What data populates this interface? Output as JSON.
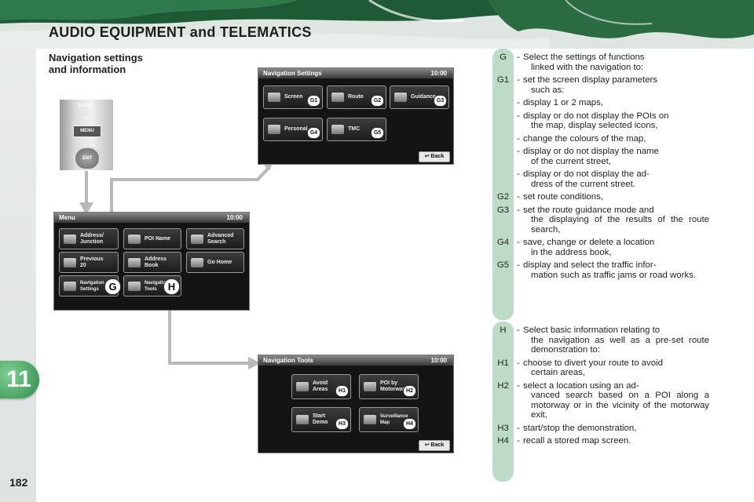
{
  "header": {
    "title": "AUDIO EQUIPMENT and TELEMATICS"
  },
  "chapter": "11",
  "page_number": "182",
  "section_title": [
    "Navigation settings",
    "and information"
  ],
  "remote": {
    "scale": "SCALE",
    "menu": "MENU",
    "ent": "ENT"
  },
  "menu_screen": {
    "title": "Menu",
    "clock": "10:00",
    "buttons": [
      {
        "label1": "Address/",
        "label2": "Junction"
      },
      {
        "label1": "POI Name",
        "label2": ""
      },
      {
        "label1": "Advanced",
        "label2": "Search"
      },
      {
        "label1": "Previous",
        "label2": "20"
      },
      {
        "label1": "Address",
        "label2": "Book"
      },
      {
        "label1": "Go Home",
        "label2": ""
      },
      {
        "label1": "Navigation",
        "label2": "Settings"
      },
      {
        "label1": "Navigation",
        "label2": "Tools"
      }
    ],
    "badge_g": "G",
    "badge_h": "H"
  },
  "nav_settings_screen": {
    "title": "Navigation Settings",
    "clock": "10:00",
    "buttons": [
      {
        "label": "Screen",
        "badge": "G1"
      },
      {
        "label": "Route",
        "badge": "G2"
      },
      {
        "label": "Guidance",
        "badge": "G3"
      },
      {
        "label": "Personal",
        "badge": "G4"
      },
      {
        "label": "TMC",
        "badge": "G5"
      }
    ],
    "back": "Back"
  },
  "nav_tools_screen": {
    "title": "Navigation Tools",
    "clock": "10:00",
    "buttons": [
      {
        "label1": "Avoid",
        "label2": "Areas",
        "badge": "H1"
      },
      {
        "label1": "POI by",
        "label2": "Motorway",
        "badge": "H2"
      },
      {
        "label1": "Start",
        "label2": "Demo",
        "badge": "H3"
      },
      {
        "label1": "Surveillance",
        "label2": "Map",
        "badge": "H4"
      }
    ],
    "back": "Back"
  },
  "g_desc": [
    {
      "code": "G",
      "dash": "-",
      "l1": "Select the settings of functions",
      "cont": "linked with the navigation to:"
    },
    {
      "code": "G1",
      "dash": "-",
      "l1": "set the screen display parameters",
      "cont": "such as:"
    },
    {
      "code": "",
      "dash": "-",
      "l1": "display 1 or 2 maps,",
      "cont": ""
    },
    {
      "code": "",
      "dash": "-",
      "l1": "display or do not display the POIs on",
      "cont": "the map, display selected icons,"
    },
    {
      "code": "",
      "dash": "-",
      "l1": "change the colours of the map,",
      "cont": ""
    },
    {
      "code": "",
      "dash": "-",
      "l1": "display or do not display the name",
      "cont": "of the current street,"
    },
    {
      "code": "",
      "dash": "-",
      "l1": "display or do not display the ad-",
      "cont": "dress of the current street."
    },
    {
      "code": "G2",
      "dash": "-",
      "l1": "set route conditions,",
      "cont": ""
    },
    {
      "code": "G3",
      "dash": "-",
      "l1": "set the route guidance mode and",
      "cont": "the displaying of the results of the route search,"
    },
    {
      "code": "G4",
      "dash": "-",
      "l1": "save, change or delete a location",
      "cont": "in the address book,"
    },
    {
      "code": "G5",
      "dash": "-",
      "l1": "display and select the traffic infor-",
      "cont": "mation such as traffic jams or road works."
    }
  ],
  "h_desc": [
    {
      "code": "H",
      "dash": "-",
      "l1": "Select basic information relating to",
      "cont": "the navigation as well as a pre-set route demonstration to:"
    },
    {
      "code": "H1",
      "dash": "-",
      "l1": "choose to divert your route to avoid",
      "cont": "certain areas,"
    },
    {
      "code": "H2",
      "dash": "-",
      "l1": "select a location using an ad-",
      "cont": "vanced search based on a POI along a motorway or in the vicinity of the motorway exit,"
    },
    {
      "code": "H3",
      "dash": "-",
      "l1": "start/stop the demonstration,",
      "cont": ""
    },
    {
      "code": "H4",
      "dash": "-",
      "l1": "recall a stored map screen.",
      "cont": ""
    }
  ],
  "colors": {
    "accent_green": "#2f8f4b",
    "pill_green": "#bcdcc7",
    "dark_green": "#1f5a36"
  }
}
